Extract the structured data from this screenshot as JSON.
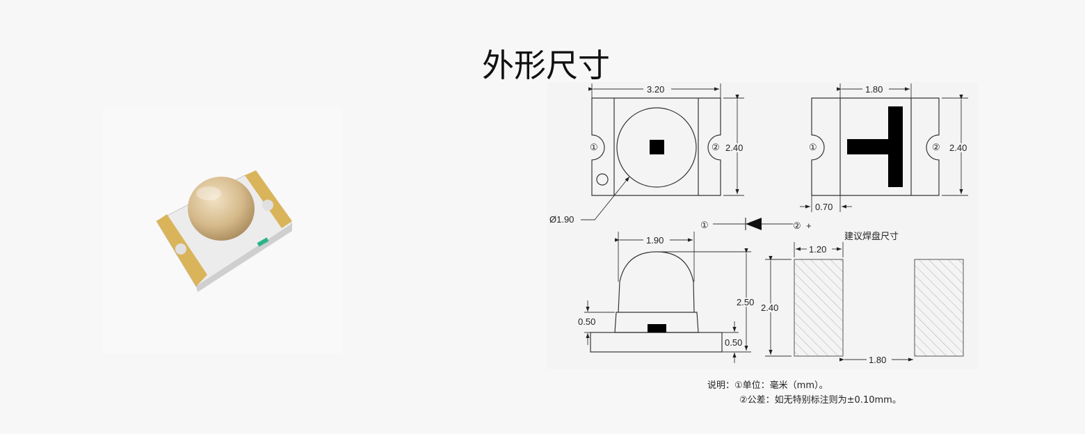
{
  "title": "外形尺寸",
  "diagram": {
    "top_width": "3.20",
    "top_height": "2.40",
    "lens_diameter": "Ø1.90",
    "pin1": "①",
    "pin2": "②",
    "bottom_t_width": "1.80",
    "bottom_height": "2.40",
    "bottom_margin": "0.70",
    "polarity_plus": "+",
    "side_dome_width": "1.90",
    "side_total_height": "2.50",
    "side_step_height": "0.50",
    "side_base_height": "0.50",
    "pad_title": "建议焊盘尺寸",
    "pad_width": "1.20",
    "pad_height": "2.40",
    "pad_gap": "1.80"
  },
  "notes": {
    "line1": "说明：①单位：毫米（mm）。",
    "line2": "②公差：如无特别标注则为±0.10mm。"
  },
  "colors": {
    "background": "#f7f7f7",
    "pad_gold": "#d9b45a",
    "lens": "#d8bf93"
  }
}
